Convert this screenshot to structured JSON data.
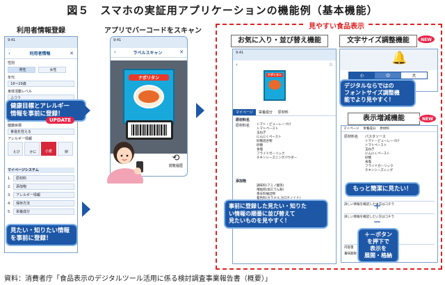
{
  "title": "図５　スマホの実証用アプリケーションの機能例（基本機能）",
  "panel1": {
    "caption": "利用者情報登録",
    "phone_header": "利用者情報",
    "fields": [
      "性別",
      "年代",
      "18～29歳",
      "身体活動レベル",
      "ふつう",
      "健康目標",
      "食塩を控える",
      "アレルギー情報"
    ],
    "gender_options": [
      "男性",
      "女性"
    ],
    "allergen_labels": [
      "えび",
      "かに",
      "小麦",
      "卵"
    ],
    "mypage_header": "マイページシステム",
    "mypage_items": [
      "原材料",
      "添加物",
      "アレルギー情報",
      "保存方法",
      "栄養成分"
    ],
    "callout1": "健康目標とアレルギー\n情報を事前に登録！",
    "update_badge": "UPDATE",
    "callout2": "見たい・知りたい情報\nを事前に登録！"
  },
  "panel2": {
    "caption": "アプリでバーコードをスキャン",
    "phone_header": "ラベルスキャン",
    "product_name": "ナポリタン",
    "history_label": "閲覧履歴"
  },
  "panel3": {
    "header": "見やすい食品表示",
    "sec_fav": "お気に入り・並び替え機能",
    "sec_font": "文字サイズ調整機能",
    "sec_toggle": "表示増減機能",
    "new_badge": "NEW",
    "font_sizes": [
      "小",
      "中",
      "大"
    ],
    "product_name": "ナポリタン",
    "tabs": [
      "マイページ",
      "栄養成分",
      "原材料"
    ],
    "ingredients_label": "原材料名",
    "ingredients_lines": [
      "トマト・ピューレーづけ",
      "トマトペースト",
      "玉ねぎ",
      "にんにくペースト",
      "砂糖混合物",
      "砂糖",
      "食塩",
      "フライドガーリック",
      "チキンシーズニングパウダー"
    ],
    "additives_label": "添加物",
    "additives_lines": [
      "調味料(アミノ酸等)",
      "増粘剤(加工でん粉)",
      "香辛料抽出物",
      "着色料(カラメル,カロチノイド)",
      "酸味料"
    ],
    "toggle_col_label": "パスタソース",
    "toggle_ingredients_lines": [
      "トマト・ピューレーづけ",
      "トマトペースト",
      "玉ねぎ",
      "にんにくペースト",
      "砂糖",
      "食塩",
      "フライドガーリック",
      "チキンシーズニング"
    ],
    "see_more_label": "詳しい情報を確認したい方はコチラ",
    "see_more_label_short": "詳しい情報を確認したい方はコチラ",
    "bottom_rows": [
      "内容量",
      "賞味期限"
    ],
    "callout_font": "デジタルならではの\nフォントサイズ調整機\n能でより見やすく！",
    "callout_fav": "事前に登録した見たい・知りた\nい情報の順番に並び替えて\n見たいものを見やすく！",
    "callout_toggle": "もっと簡潔に見たい！",
    "callout_plus": "＋－ボタン\nを押下で\n表示を\n展開・格納",
    "colors": {
      "accent_blue": "#1d57a6",
      "red_dash": "#e02020",
      "new_badge": "#e8254a"
    }
  },
  "source": "資料：消費者庁「食品表示のデジタルツール活用に係る検討調査事業報告書（概要）」"
}
